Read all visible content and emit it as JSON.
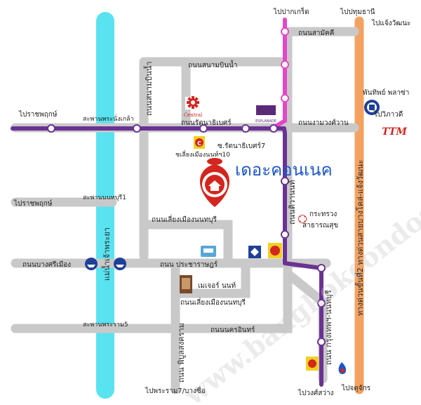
{
  "watermark": "www.bangkokcondos.com",
  "project": {
    "name": "เดอะคอนเนค"
  },
  "colors": {
    "road": "#c9c9c9",
    "river": "#59e3f0",
    "purple_line": "#6a3293",
    "pink_line": "#e447c9",
    "orange_road": "#f4a261",
    "title": "#1f56c8",
    "marker": "#d3261f"
  },
  "labels": {
    "pak_kret": "ไปปากเกร็ด",
    "pathum_thani": "ไปปทุมธานี",
    "chaeng_watthana": "ไปแจ้งวัฒนะ",
    "samakkhi_rd": "ถนนสามัคคี",
    "sanambinnam_rd_h": "ถนนสนามบินน้ำ",
    "sanambinnam_rd_v": "ถนนสนามบินน้ำ",
    "ratchaphruek_1": "ไปราชพฤกษ์",
    "phra_nangklao_bridge": "สะพานพระนั่งเกล้า",
    "rattanathibet_rd": "ถนนรัตนาธิเบศร์",
    "ngamwongwan_rd": "ถนนงามวงศ์วาน",
    "phanthip_plaza": "พันทิพย์ พลาซ่า",
    "vibhavadi": "ไปวิภาวดี",
    "sai_ma_nonthaburi": "ชเลี่ยงเมืองนนท์ฯ10",
    "rattanathibet_7": "ซ.รัตนาธิเบศร์7",
    "ratchaphruek_2": "ไปราชพฤกษ์",
    "nonthaburi_1_bridge": "สะพานนนทบุรี1",
    "chao_phraya_river": "แม่น้ำเจ้าพระยา",
    "tiwanon_rd": "ถนนติวานนท์",
    "ministry_of_health": "กระทรวง\nสาธารณสุข",
    "liang_mueang_rd_1": "ถนนเลี่ยงเมืองนนทบุรี",
    "bang_si_mueang_rd": "ถนนบางศรีเมือง",
    "pracharat_rd": "ถนน ประชาราษฎร์",
    "major_nonthaburi": "เมเจอร์ นนท์",
    "liang_mueang_rd_2": "ถนนเลี่ยงเมืองนนทบุรี",
    "phra_ram_5_bridge": "สะพานพระราม5",
    "nakhon_in_rd": "ถนนนครอินทร์",
    "krungthep_nonthaburi_rd": "ถนน กรุงเทพฯ-นนทบุรี",
    "phibun_songkhram_rd": "ถนน พิบูลสงคราม",
    "to_rama7_bangsue": "ไปพระราม7/บางซื่อ",
    "to_wongsawang": "ไปวงศ์สว่าง",
    "to_chatuchak": "ไปจตุจักร",
    "expressway": "ทางด่วนขั้นที่2 ทางด่วนสายบางโคล่-แจ้งวัฒนะ"
  },
  "icons": {
    "central": "Central",
    "esplanade": "ESPLANADE",
    "ttm": "TTM",
    "tops_badge": "C"
  }
}
